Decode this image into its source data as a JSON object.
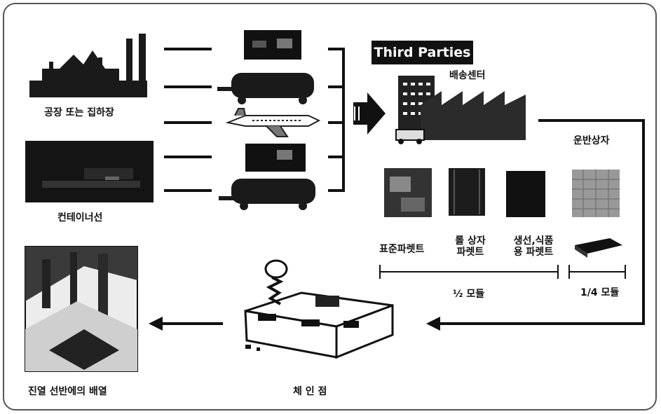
{
  "badge": "Third Parties",
  "labels": {
    "factory": "공장 또는 집하장",
    "container_ship": "컨테이너선",
    "distribution_center": "배송센터",
    "carrier": "운반상자",
    "pallet_standard": "표준파렛트",
    "pallet_roll_line1": "롤 상자",
    "pallet_roll_line2": "파렛트",
    "pallet_food_line1": "생선,식품",
    "pallet_food_line2": "용 파렛트",
    "module_half": "½ 모듈",
    "module_quarter": "1/4 모듈",
    "store": "체 인 점",
    "shelf": "진열 선반에의 배열"
  },
  "icons": [
    "factory-icon",
    "container-ship-icon",
    "truck-icon",
    "trailer-truck-icon",
    "airplane-icon",
    "warehouse-icon",
    "roll-box-icon",
    "crate-icon",
    "pallet-icon",
    "store-building-icon",
    "shelf-display-icon"
  ]
}
